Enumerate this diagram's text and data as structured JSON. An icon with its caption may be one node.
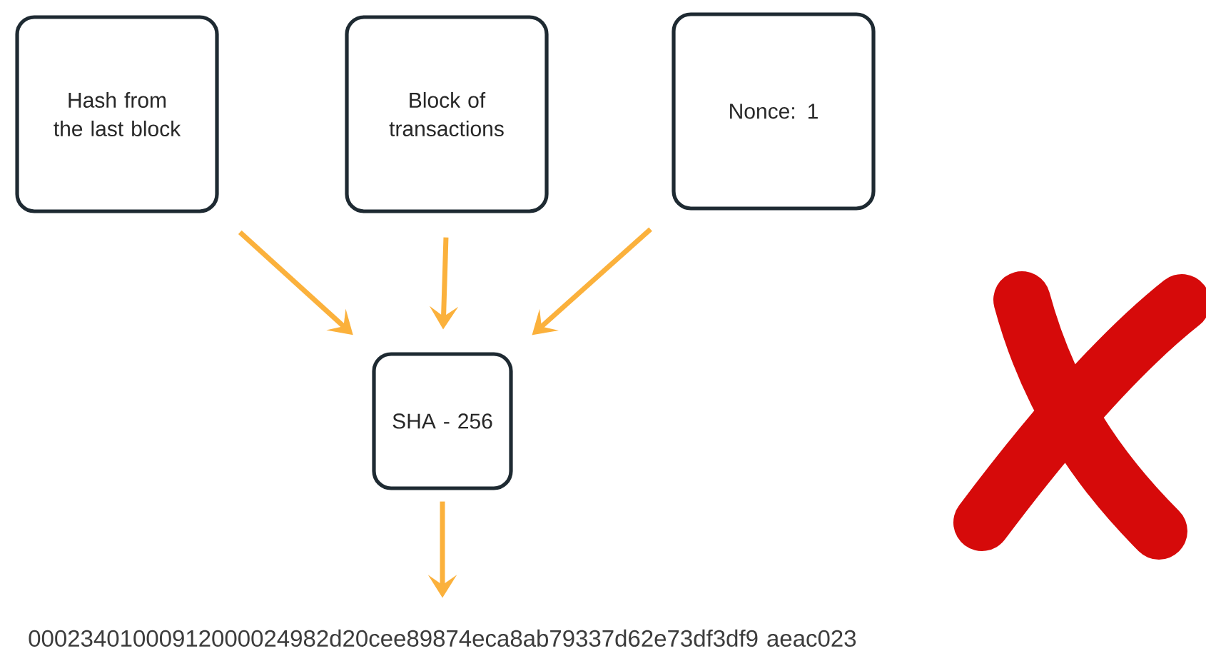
{
  "diagram": {
    "nodes": [
      {
        "text": [
          "Hash from the last block"
        ]
      },
      {
        "text": [
          "Block of transactions"
        ]
      },
      {
        "text": [
          "Nonce: 1"
        ]
      },
      {
        "text": [
          "SHA - 256"
        ]
      },
      {
        "text": [
          "00023401000912000024982d20cee89874eca8ab79337d62e73df3df9 aeac023"
        ]
      }
    ],
    "edges": [
      {
        "from": 0,
        "to": 3,
        "arrow": "to"
      },
      {
        "from": 1,
        "to": 3,
        "arrow": "to"
      },
      {
        "from": 2,
        "to": 3,
        "arrow": "to"
      },
      {
        "from": 3,
        "to": 4,
        "arrow": "to"
      }
    ]
  }
}
